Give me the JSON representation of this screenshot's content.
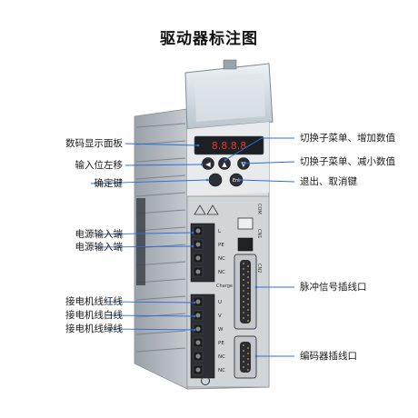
{
  "title": "驱动器标注图",
  "left_labels": [
    "数码显示面板",
    "输入位左移",
    "确定键",
    "电源输入端",
    "电源输入端",
    "接电机线红线",
    "接电机线白线",
    "接电机线绿线"
  ],
  "right_labels": [
    "切换子菜单、增加数值",
    "切换子菜单、减小数值",
    "退出、取消键",
    "脉冲信号插线口",
    "编码器插线口"
  ],
  "device": {
    "display_digits": "8.8.8.8",
    "power_terminals": [
      "L",
      "PE",
      "NC",
      "NC"
    ],
    "motor_terminals": [
      "U",
      "V",
      "W",
      "PE",
      "NC",
      "NC"
    ],
    "charge_label": "Charge",
    "enter_label": "Ent",
    "pin_labels": [
      "COM",
      "CN1",
      "CN2"
    ]
  },
  "colors": {
    "leader_line": "#2a6fdb",
    "body": "#d3d6da",
    "panel": "#e9eaec",
    "display": "#1c1f24",
    "heatsink": "#aab0b6"
  }
}
